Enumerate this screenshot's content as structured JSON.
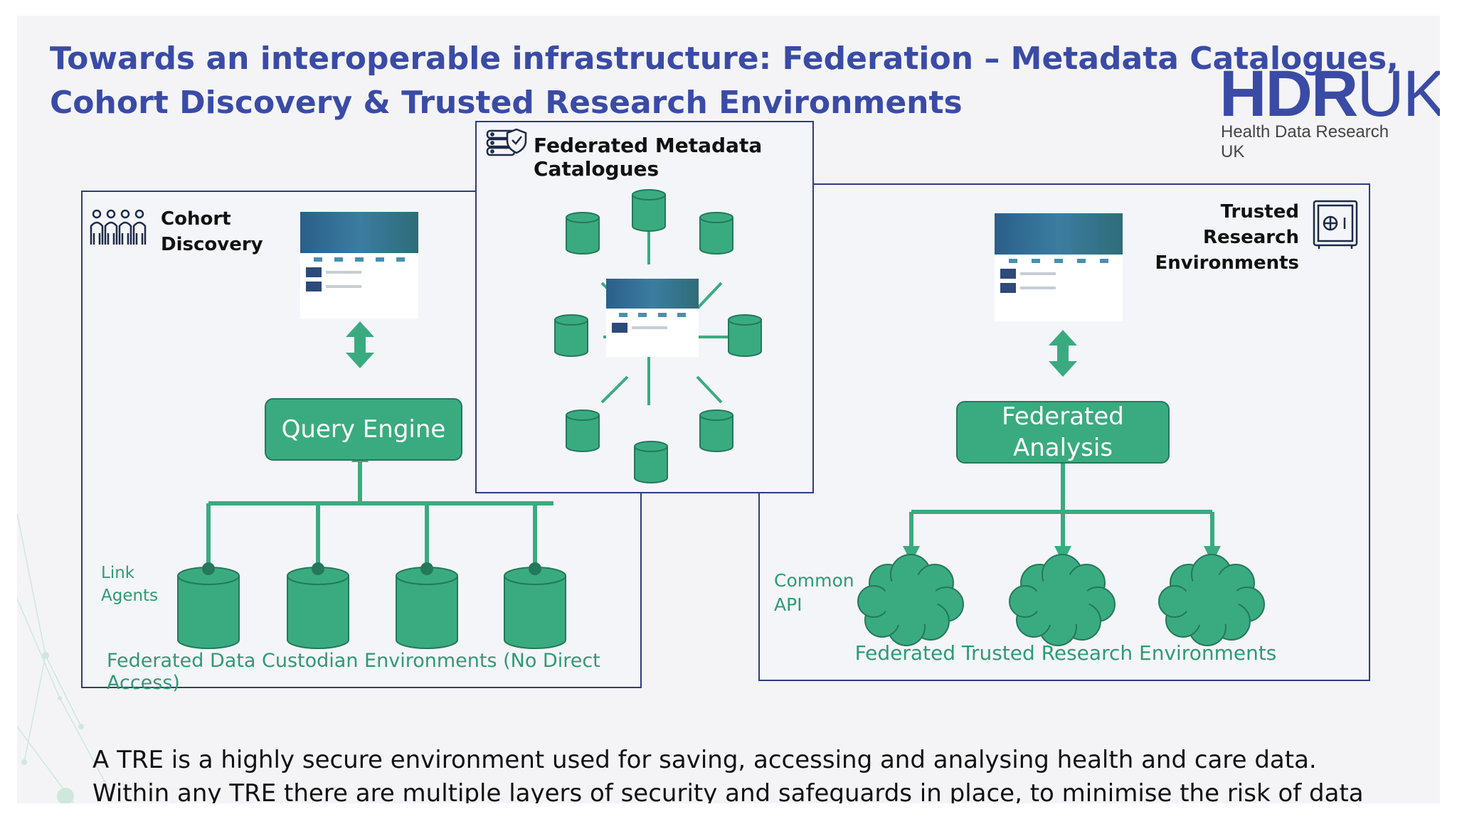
{
  "title_lines": [
    "Towards an interoperable infrastructure: Federation – Metadata Catalogues,",
    "Cohort Discovery & Trusted Research Environments"
  ],
  "logo": {
    "main_a": "HDR",
    "main_b": "UK",
    "subtitle": "Health Data Research UK"
  },
  "cohort": {
    "title_line1": "Cohort",
    "title_line2": "Discovery",
    "query_engine": "Query Engine",
    "link_agents_line1": "Link",
    "link_agents_line2": "Agents",
    "footer": "Federated Data Custodian Environments (No Direct Access)",
    "icon": "people-group-icon"
  },
  "metadata": {
    "title": "Federated Metadata Catalogues",
    "icon": "database-shield-icon"
  },
  "tre": {
    "title_line1": "Trusted",
    "title_line2": "Research",
    "title_line3": "Environments",
    "federated_analysis_line1": "Federated",
    "federated_analysis_line2": "Analysis",
    "common_api_line1": "Common",
    "common_api_line2": "API",
    "footer": "Federated Trusted Research Environments",
    "icon": "safe-icon"
  },
  "description": "A TRE is a highly secure environment used for saving, accessing and analysing health and care data. Within any TRE there are multiple layers of security and safeguards in place, to minimise the risk of data being misused.",
  "colors": {
    "title": "#3a4ba6",
    "green": "#3aab80",
    "green_dark": "#23795a",
    "green_text": "#2f9a74",
    "panel_border": "#2d3e7a"
  }
}
